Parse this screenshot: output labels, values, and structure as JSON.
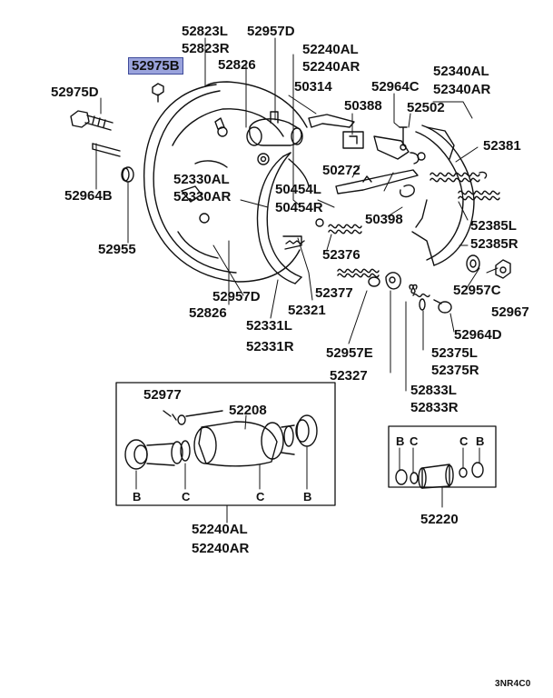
{
  "highlighted_part": "52975B",
  "labels": {
    "p52823L": "52823L",
    "p52823R": "52823R",
    "p52957D_top": "52957D",
    "p52240AL_top": "52240AL",
    "p52240AR_top": "52240AR",
    "p52975B": "52975B",
    "p52826_top": "52826",
    "p52340AL": "52340AL",
    "p52340AR": "52340AR",
    "p52975D": "52975D",
    "p50314": "50314",
    "p52964C": "52964C",
    "p50388": "50388",
    "p52502": "52502",
    "p52381": "52381",
    "p52330AL": "52330AL",
    "p52330AR": "52330AR",
    "p50272": "50272",
    "p50454L": "50454L",
    "p50454R": "50454R",
    "p52964B": "52964B",
    "p50398": "50398",
    "p52385L": "52385L",
    "p52385R": "52385R",
    "p52955": "52955",
    "p52376": "52376",
    "p52957C": "52957C",
    "p52967": "52967",
    "p52377": "52377",
    "p52957D_bot": "52957D",
    "p52826_bot": "52826",
    "p52321": "52321",
    "p52964D": "52964D",
    "p52331L": "52331L",
    "p52331R": "52331R",
    "p52957E": "52957E",
    "p52375L": "52375L",
    "p52375R": "52375R",
    "p52327": "52327",
    "p52833L": "52833L",
    "p52833R": "52833R",
    "p52977": "52977",
    "p52208": "52208",
    "p52240AL_bot": "52240AL",
    "p52240AR_bot": "52240AR",
    "p52220": "52220",
    "code": "3NR4C0"
  },
  "cylinder_left": {
    "b1": "B",
    "c1": "C",
    "c2": "C",
    "b2": "B"
  },
  "cylinder_right": {
    "b1": "B",
    "c1": "C",
    "c2": "C",
    "b2": "B"
  }
}
